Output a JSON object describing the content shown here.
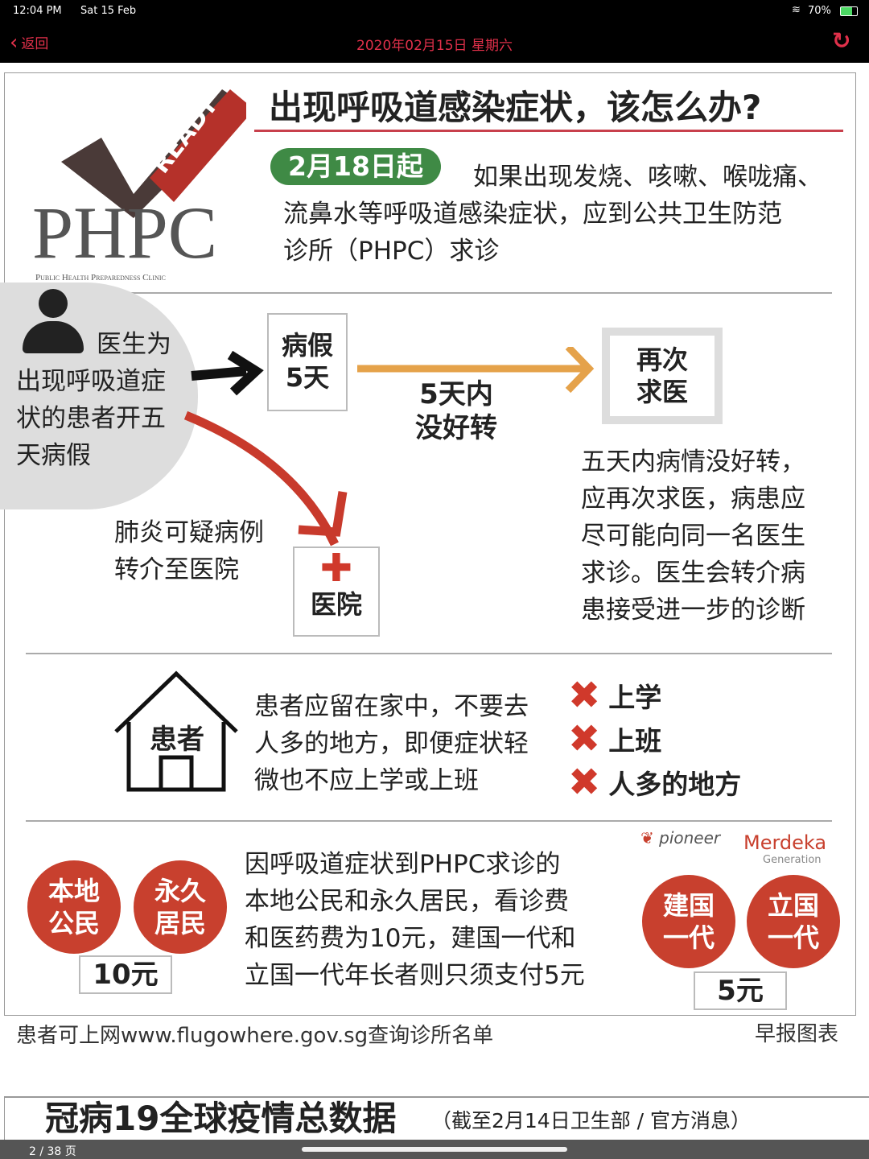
{
  "status": {
    "time": "12:04 PM",
    "date": "Sat 15 Feb",
    "battery": "70%"
  },
  "nav": {
    "back": "返回",
    "title": "2020年02月15日 星期六"
  },
  "infographic": {
    "logo_ready": "READY",
    "logo_phpc": "PHPC",
    "logo_sub": "Public Health Preparedness Clinic",
    "headline": "出现呼吸道感染症状，该怎么办?",
    "badge": "2月18日起",
    "intro": [
      "如果出现发烧、咳嗽、喉咙痛、",
      "流鼻水等呼吸道感染症状，应到公共卫生防范",
      "诊所（PHPC）求诊"
    ],
    "doctor_text": [
      "医生为",
      "出现呼吸道症",
      "状的患者开五",
      "天病假"
    ],
    "sick_leave": [
      "病假",
      "5天"
    ],
    "within5": [
      "5天内",
      "没好转"
    ],
    "revisit": [
      "再次",
      "求医"
    ],
    "revisit_text": [
      "五天内病情没好转，",
      "应再次求医，病患应",
      "尽可能向同一名医生",
      "求诊。医生会转介病",
      "患接受进一步的诊断"
    ],
    "pneumonia_text": [
      "肺炎可疑病例",
      "转介至医院"
    ],
    "hospital": "医院",
    "patient": "患者",
    "home_text": [
      "患者应留在家中，不要去",
      "人多的地方，即便症状轻",
      "微也不应上学或上班"
    ],
    "avoid": [
      "上学",
      "上班",
      "人多的地方"
    ],
    "citizen": [
      "本地",
      "公民"
    ],
    "pr": [
      "永久",
      "居民"
    ],
    "fee1": "10元",
    "fee_text": [
      "因呼吸道症状到PHPC求诊的",
      "本地公民和永久居民，看诊费",
      "和医药费为10元，建国一代和",
      "立国一代年长者则只须支付5元"
    ],
    "pioneer_logo": "pioneer",
    "merdeka_logo": "Merdeka",
    "merdeka_sub": "Generation",
    "pioneer": [
      "建国",
      "一代"
    ],
    "merdeka": [
      "立国",
      "一代"
    ],
    "fee2": "5元"
  },
  "caption": "患者可上网www.flugowhere.gov.sg查询诊所名单",
  "credit": "早报图表",
  "next_title": "冠病19全球疫情总数据",
  "next_sub": "（截至2月14日卫生部 / 官方消息）",
  "page_indicator": "2 / 38 页"
}
